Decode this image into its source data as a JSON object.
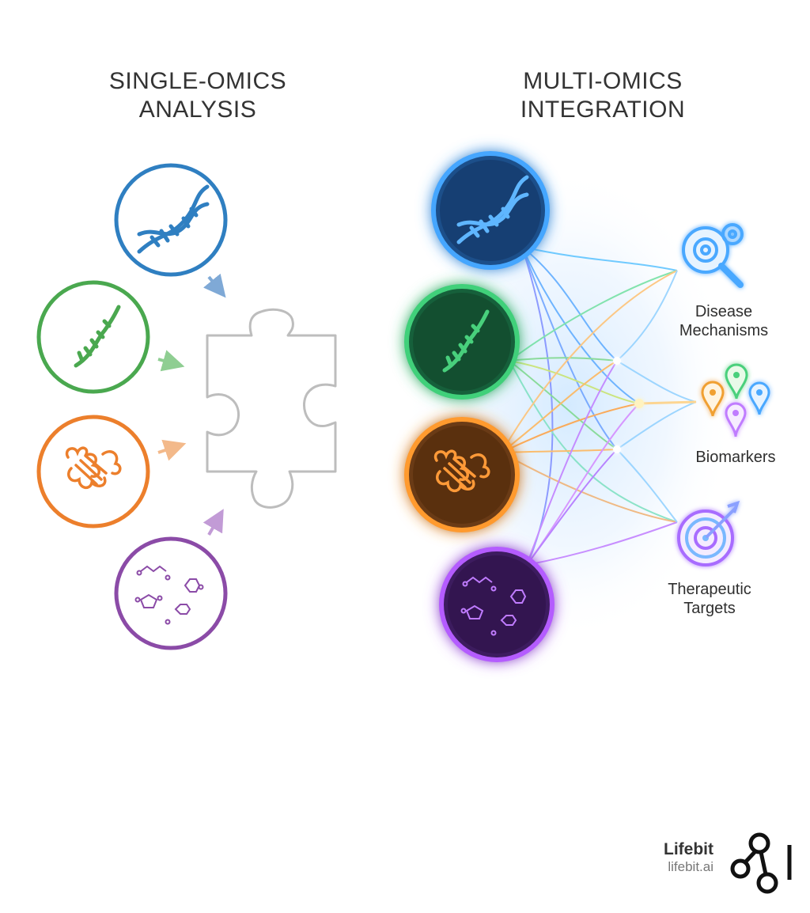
{
  "left": {
    "title_line1": "SINGLE-OMICS",
    "title_line2": "ANALYSIS",
    "omics_icons": [
      "dna-icon",
      "rna-icon",
      "protein-icon",
      "metabolite-icon"
    ],
    "colors": [
      "#2f7fc1",
      "#4aa84f",
      "#ec7f2c",
      "#8b4ba7"
    ]
  },
  "right": {
    "title_line1": "MULTI-OMICS",
    "title_line2": "INTEGRATION",
    "outcomes": [
      {
        "line1": "Disease",
        "line2": "Mechanisms",
        "icon": "gear-magnifier-icon"
      },
      {
        "line1": "Biomarkers",
        "line2": "",
        "icon": "map-pins-icon"
      },
      {
        "line1": "Therapeutic",
        "line2": "Targets",
        "icon": "target-icon"
      }
    ]
  },
  "brand": {
    "name": "Lifebit",
    "url": "lifebit.ai"
  }
}
